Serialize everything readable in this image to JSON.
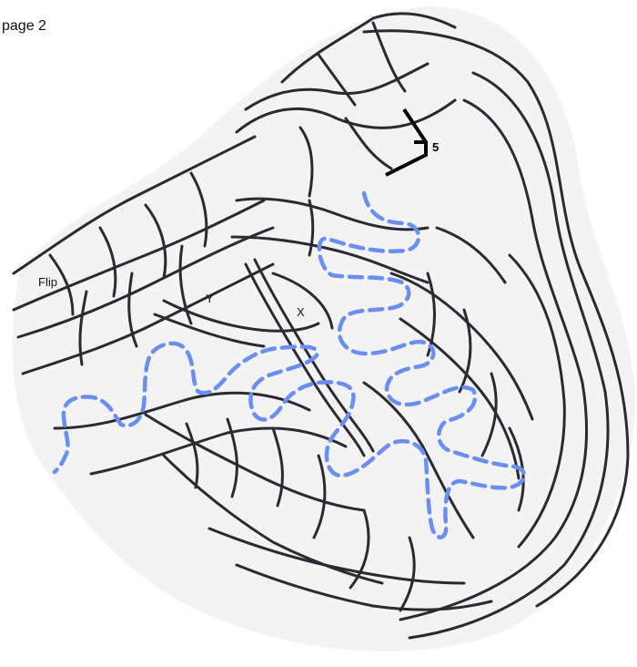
{
  "page_label": "page 2",
  "labels": {
    "flip": "Flip",
    "y": "Y",
    "x": "X",
    "step": "5"
  },
  "colors": {
    "background_blob": "#f3f3f3",
    "rope_outline": "#2b2a33",
    "dashed_path": "#6b8ff0",
    "step_marker": "#000000"
  }
}
